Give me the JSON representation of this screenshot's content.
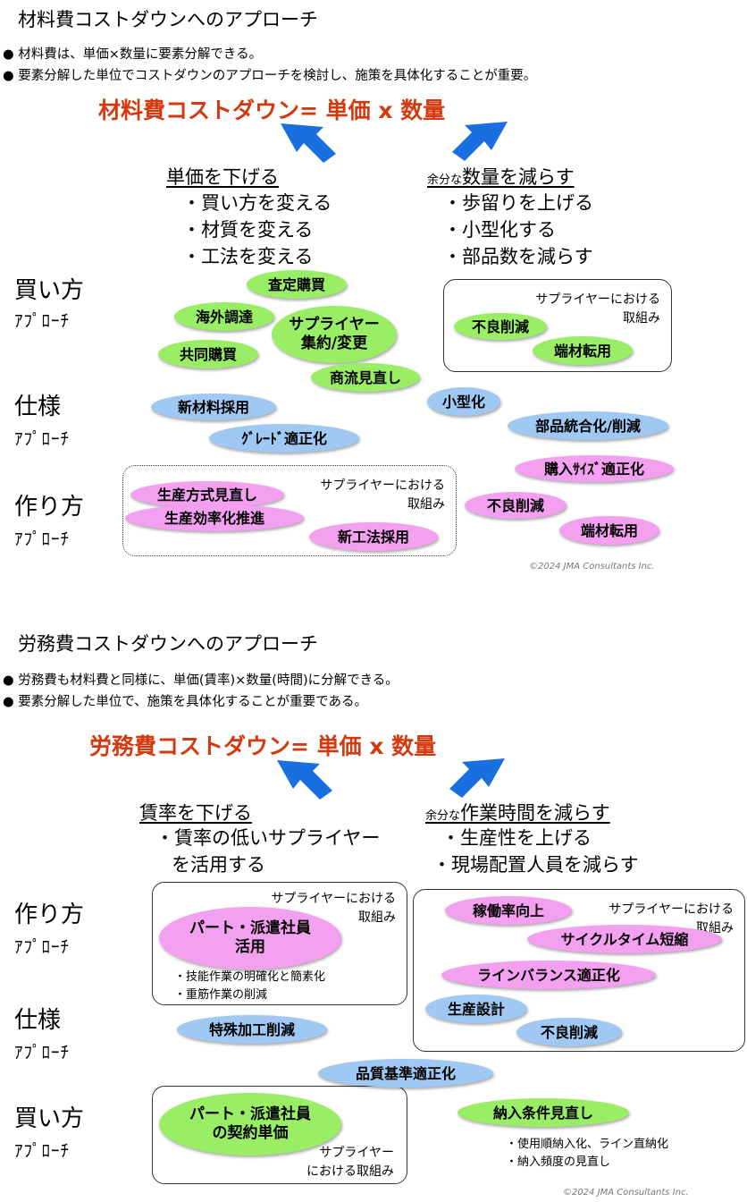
{
  "material": {
    "title": "材料費コストダウンへのアプローチ",
    "bullets": [
      "● 材料費は、単価×数量に要素分解できる。",
      "● 要素分解した単位でコストダウンのアプローチを検討し、施策を具体化することが重要。"
    ],
    "formula": "材料費コストダウン= 単価 x 数量",
    "left_heading": "単価を下げる",
    "left_items": [
      "・買い方を変える",
      "・材質を変える",
      "・工法を変える"
    ],
    "right_heading_prefix": "余分な",
    "right_heading": "数量を減らす",
    "right_items": [
      "・歩留りを上げる",
      "・小型化する",
      "・部品数を減らす"
    ],
    "rows": [
      {
        "label": "買い方",
        "sub": "ｱﾌﾟﾛｰﾁ"
      },
      {
        "label": "仕様",
        "sub": "ｱﾌﾟﾛｰﾁ"
      },
      {
        "label": "作り方",
        "sub": "ｱﾌﾟﾛｰﾁ"
      }
    ],
    "supplier_note_1": [
      "サプライヤーにおける",
      "取組み"
    ],
    "supplier_note_2": [
      "サプライヤーにおける",
      "取組み"
    ],
    "pills": {
      "satei": "査定購買",
      "kaigai": "海外調達",
      "supplier_line1": "サプライヤー",
      "supplier_line2": "集約/変更",
      "kyodo": "共同購買",
      "shoryu": "商流見直し",
      "furyo1": "不良削減",
      "tanzai1": "端材転用",
      "kogata": "小型化",
      "shinzai": "新材料採用",
      "buhin": "部品統合化/削減",
      "grade": "ｸﾞﾚｰﾄﾞ適正化",
      "kounyu": "購入ｻｲｽﾞ適正化",
      "seisan_hoshiki": "生産方式見直し",
      "seisan_koritsu": "生産効率化推進",
      "furyo2": "不良削減",
      "shinkoho": "新工法採用",
      "tanzai2": "端材転用"
    },
    "copyright": "©2024  JMA Consultants Inc."
  },
  "labor": {
    "title": "労務費コストダウンへのアプローチ",
    "bullets": [
      "● 労務費も材料費と同様に、単価(賃率)×数量(時間)に分解できる。",
      "● 要素分解した単位で、施策を具体化することが重要である。"
    ],
    "formula": "労務費コストダウン= 単価 x 数量",
    "left_heading": "賃率を下げる",
    "left_items": [
      "・賃率の低いサプライヤー",
      "を活用する"
    ],
    "right_heading_prefix": "余分な",
    "right_heading": "作業時間を減らす",
    "right_items": [
      "・生産性を上げる",
      "・現場配置人員を減らす"
    ],
    "rows": [
      {
        "label": "作り方",
        "sub": "ｱﾌﾟﾛｰﾁ"
      },
      {
        "label": "仕様",
        "sub": "ｱﾌﾟﾛｰﾁ"
      },
      {
        "label": "買い方",
        "sub": "ｱﾌﾟﾛｰﾁ"
      }
    ],
    "supplier_note_1": [
      "サプライヤーにおける",
      "取組み"
    ],
    "supplier_note_2": [
      "サプライヤーにおける",
      "取組み"
    ],
    "supplier_note_3": [
      "サプライヤー",
      "における取組み"
    ],
    "left_box_notes": [
      "・技能作業の明確化と簡素化",
      "・重筋作業の削減"
    ],
    "bottom_notes": [
      "・使用順納入化、ライン直納化",
      "・納入頻度の見直し"
    ],
    "pills": {
      "part_line1": "パート・派遣社員",
      "part_line2": "活用",
      "kadou": "稼働率向上",
      "cycle": "サイクルタイム短縮",
      "line": "ラインバランス適正化",
      "seisan_sekkei": "生産設計",
      "furyo": "不良削減",
      "tokushu": "特殊加工削減",
      "hinshitsu": "品質基準適正化",
      "keiyaku_line1": "パート・派遣社員",
      "keiyaku_line2": "の契約単価",
      "nonyu": "納入条件見直し"
    },
    "copyright": "©2024  JMA Consultants Inc."
  },
  "colors": {
    "formula": "#d43a0f",
    "arrow": "#1a6fe0",
    "green_pill": "#99ee66",
    "blue_pill": "#9fc8f2",
    "pink_pill": "#f3a0f0"
  }
}
